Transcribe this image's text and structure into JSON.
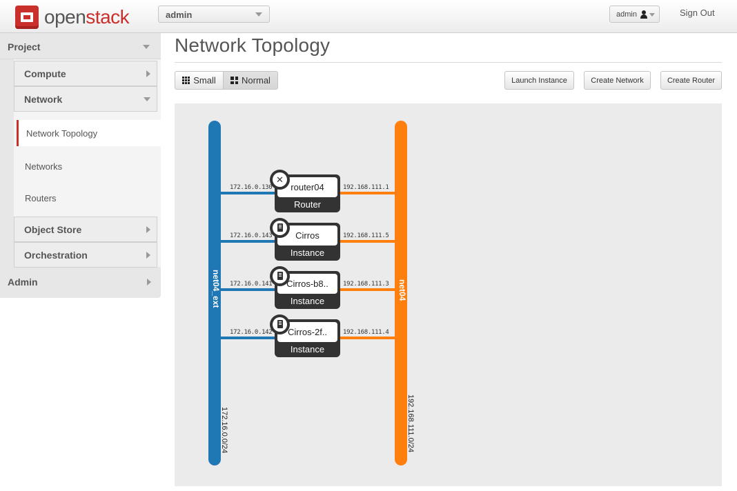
{
  "brand": {
    "open": "open",
    "stack": "stack"
  },
  "header": {
    "project_selected": "admin",
    "user": "admin",
    "sign_out": "Sign Out"
  },
  "sidebar": {
    "project": "Project",
    "panels": [
      {
        "label": "Compute"
      },
      {
        "label": "Network"
      }
    ],
    "network_items": [
      {
        "label": "Network Topology",
        "active": true
      },
      {
        "label": "Networks"
      },
      {
        "label": "Routers"
      }
    ],
    "more_panels": [
      {
        "label": "Object Store"
      },
      {
        "label": "Orchestration"
      }
    ],
    "admin": "Admin"
  },
  "main": {
    "title": "Network Topology",
    "view_toggle": {
      "small": "Small",
      "normal": "Normal",
      "selected": "Normal"
    },
    "actions": {
      "launch": "Launch Instance",
      "create_network": "Create Network",
      "create_router": "Create Router"
    }
  },
  "topology": {
    "networks": [
      {
        "name": "net04_ext",
        "cidr": "172.16.0.0/24",
        "color": "#1f77b4"
      },
      {
        "name": "net04",
        "cidr": "192.168.111.0/24",
        "color": "#ff7f0e"
      }
    ],
    "nodes": [
      {
        "name": "router04",
        "type": "Router",
        "icon": "router-icon",
        "ext_ip": "172.16.0.130",
        "int_ip": "192.168.111.1"
      },
      {
        "name": "Cirros",
        "type": "Instance",
        "icon": "server-icon",
        "ext_ip": "172.16.0.143",
        "int_ip": "192.168.111.5"
      },
      {
        "name": "Cirros-b8..",
        "type": "Instance",
        "icon": "server-icon",
        "ext_ip": "172.16.0.141",
        "int_ip": "192.168.111.3"
      },
      {
        "name": "Cirros-2f..",
        "type": "Instance",
        "icon": "server-icon",
        "ext_ip": "172.16.0.142",
        "int_ip": "192.168.111.4"
      }
    ]
  }
}
